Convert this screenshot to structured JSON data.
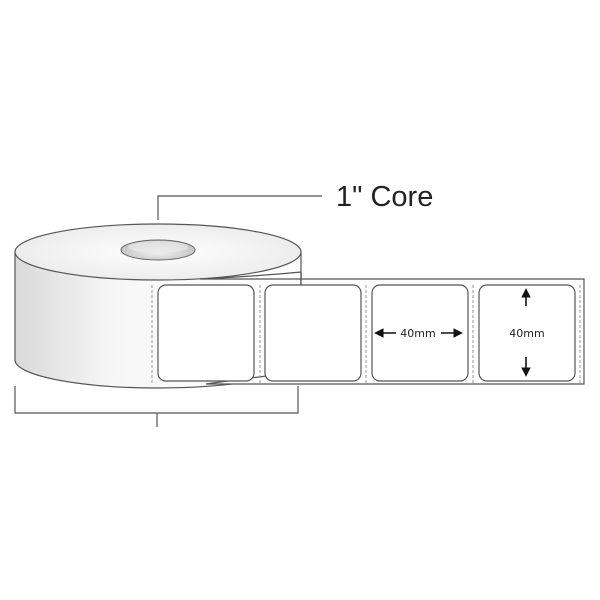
{
  "core_label": "1\" Core",
  "label_width": "40mm",
  "label_height": "40mm",
  "colors": {
    "line": "#555555",
    "dash": "#9a9a9a",
    "roll_shade": "#e6e6e6",
    "core_shade": "#cfcfcf"
  },
  "icons": {
    "left": "arrow-left-icon",
    "right": "arrow-right-icon",
    "up": "arrow-up-icon",
    "down": "arrow-down-icon"
  }
}
